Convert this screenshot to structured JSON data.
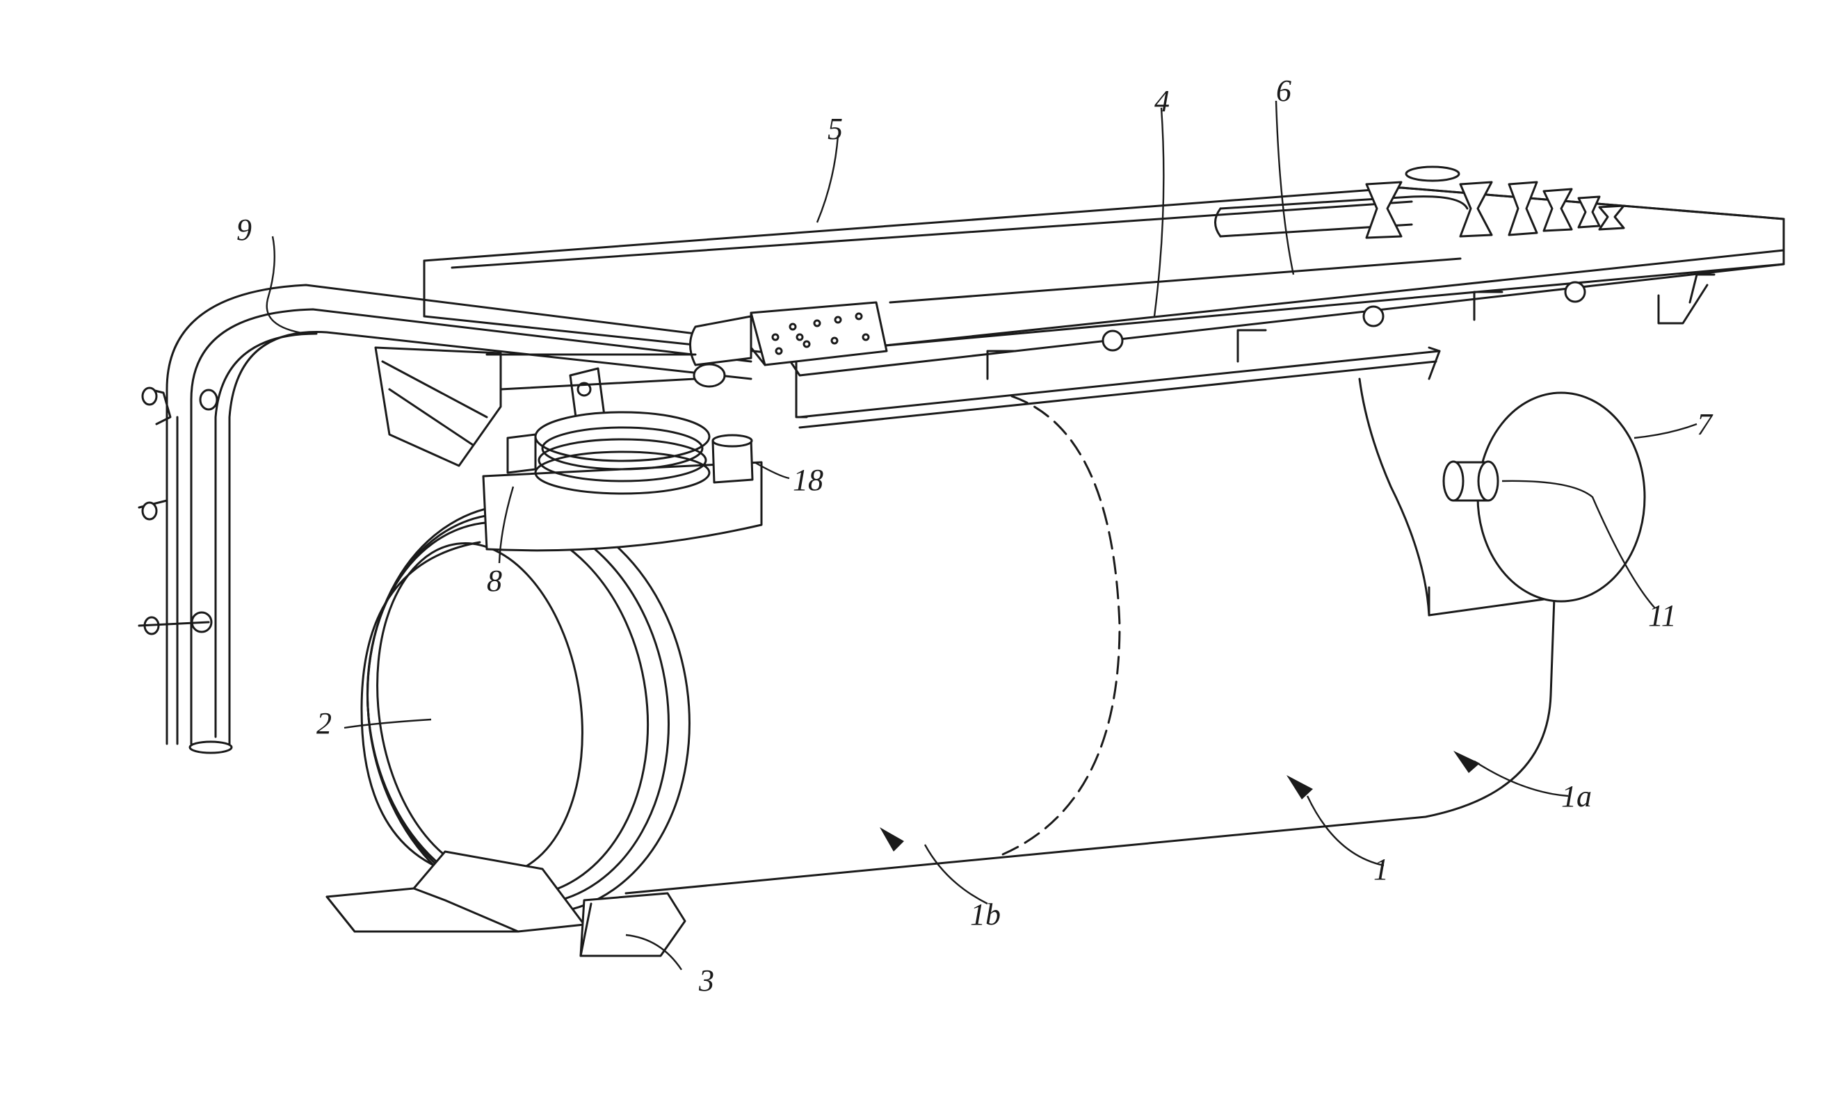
{
  "figure": {
    "labels": [
      {
        "id": "1",
        "text": "1"
      },
      {
        "id": "1a",
        "text": "1a"
      },
      {
        "id": "1b",
        "text": "1b"
      },
      {
        "id": "2",
        "text": "2"
      },
      {
        "id": "3",
        "text": "3"
      },
      {
        "id": "4",
        "text": "4"
      },
      {
        "id": "5",
        "text": "5"
      },
      {
        "id": "6",
        "text": "6"
      },
      {
        "id": "7",
        "text": "7"
      },
      {
        "id": "8",
        "text": "8"
      },
      {
        "id": "9",
        "text": "9"
      },
      {
        "id": "11",
        "text": "11"
      },
      {
        "id": "18",
        "text": "18"
      }
    ]
  }
}
